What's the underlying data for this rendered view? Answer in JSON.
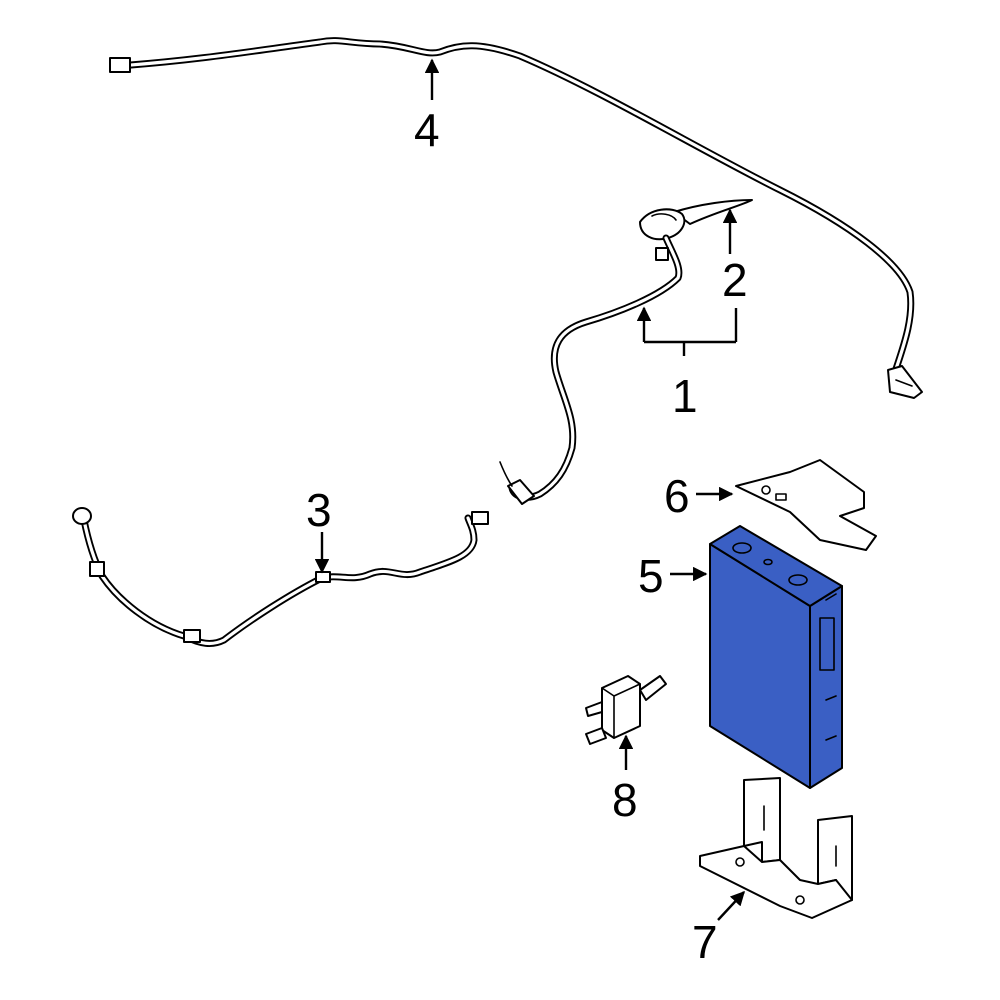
{
  "colors": {
    "highlight": "#3a5fc4",
    "line": "#000000",
    "background": "#ffffff"
  },
  "callouts": [
    {
      "id": "1",
      "label": "1"
    },
    {
      "id": "2",
      "label": "2"
    },
    {
      "id": "3",
      "label": "3"
    },
    {
      "id": "4",
      "label": "4"
    },
    {
      "id": "5",
      "label": "5"
    },
    {
      "id": "6",
      "label": "6"
    },
    {
      "id": "7",
      "label": "7"
    },
    {
      "id": "8",
      "label": "8"
    }
  ]
}
